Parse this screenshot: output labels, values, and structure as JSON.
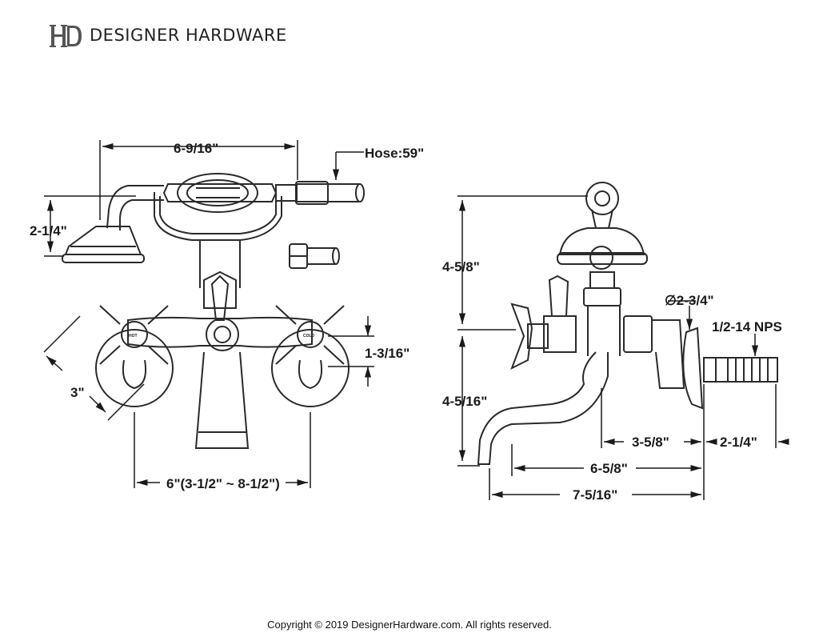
{
  "header": {
    "logo_icon": "dh-monogram-icon",
    "brand_name": "DESIGNER HARDWARE"
  },
  "front_view": {
    "handshower_width": "6-9/16\"",
    "hose_length": "Hose:59\"",
    "handshower_height": "2-1/4\"",
    "spout_height": "1-3/16\"",
    "handle_diameter": "3\"",
    "centers": "6\"(3-1/2\" ~ 8-1/2\")",
    "hot_label": "HOT",
    "cold_label": "COLD"
  },
  "side_view": {
    "upper_height": "4-5/8\"",
    "lower_height": "4-5/16\"",
    "flange_diameter": "∅2-3/4\"",
    "thread_spec": "1/2-14 NPS",
    "shank_length": "3-5/8\"",
    "thread_length": "2-1/4\"",
    "spout_reach": "6-5/8\"",
    "overall_reach": "7-5/16\""
  },
  "footer": {
    "copyright": "Copyright © 2019 DesignerHardware.com. All rights reserved."
  }
}
